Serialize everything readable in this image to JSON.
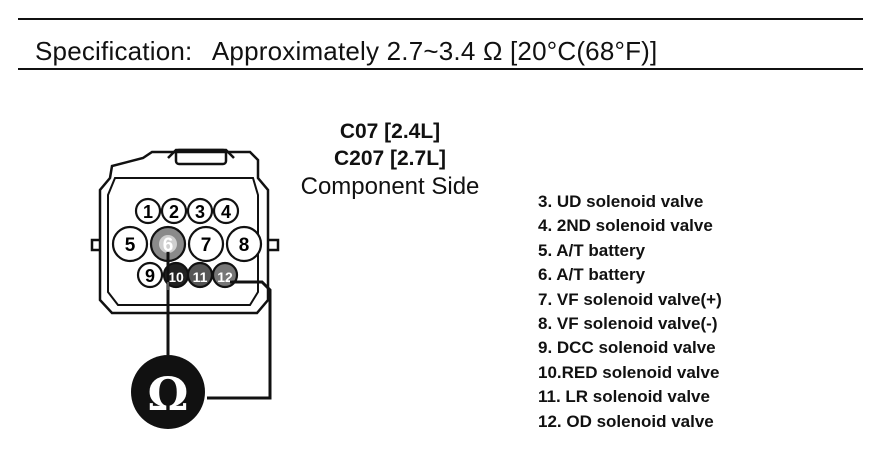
{
  "specification": {
    "label": "Specification:",
    "value": "Approximately 2.7~3.4 Ω  [20°C(68°F)]"
  },
  "connector": {
    "codes": [
      "C07 [2.4L]",
      "C207 [2.7L]"
    ],
    "view": "Component Side",
    "pins": [
      "1",
      "2",
      "3",
      "4",
      "5",
      "6",
      "7",
      "8",
      "9",
      "10",
      "11",
      "12"
    ]
  },
  "meter": {
    "symbol": "Ω"
  },
  "pin_legend": [
    "3. UD solenoid valve",
    "4. 2ND solenoid valve",
    "5. A/T battery",
    "6. A/T battery",
    "7. VF solenoid valve(+)",
    "8. VF solenoid valve(-)",
    "9. DCC solenoid valve",
    "10.RED solenoid valve",
    "11. LR solenoid valve",
    "12. OD solenoid valve"
  ]
}
